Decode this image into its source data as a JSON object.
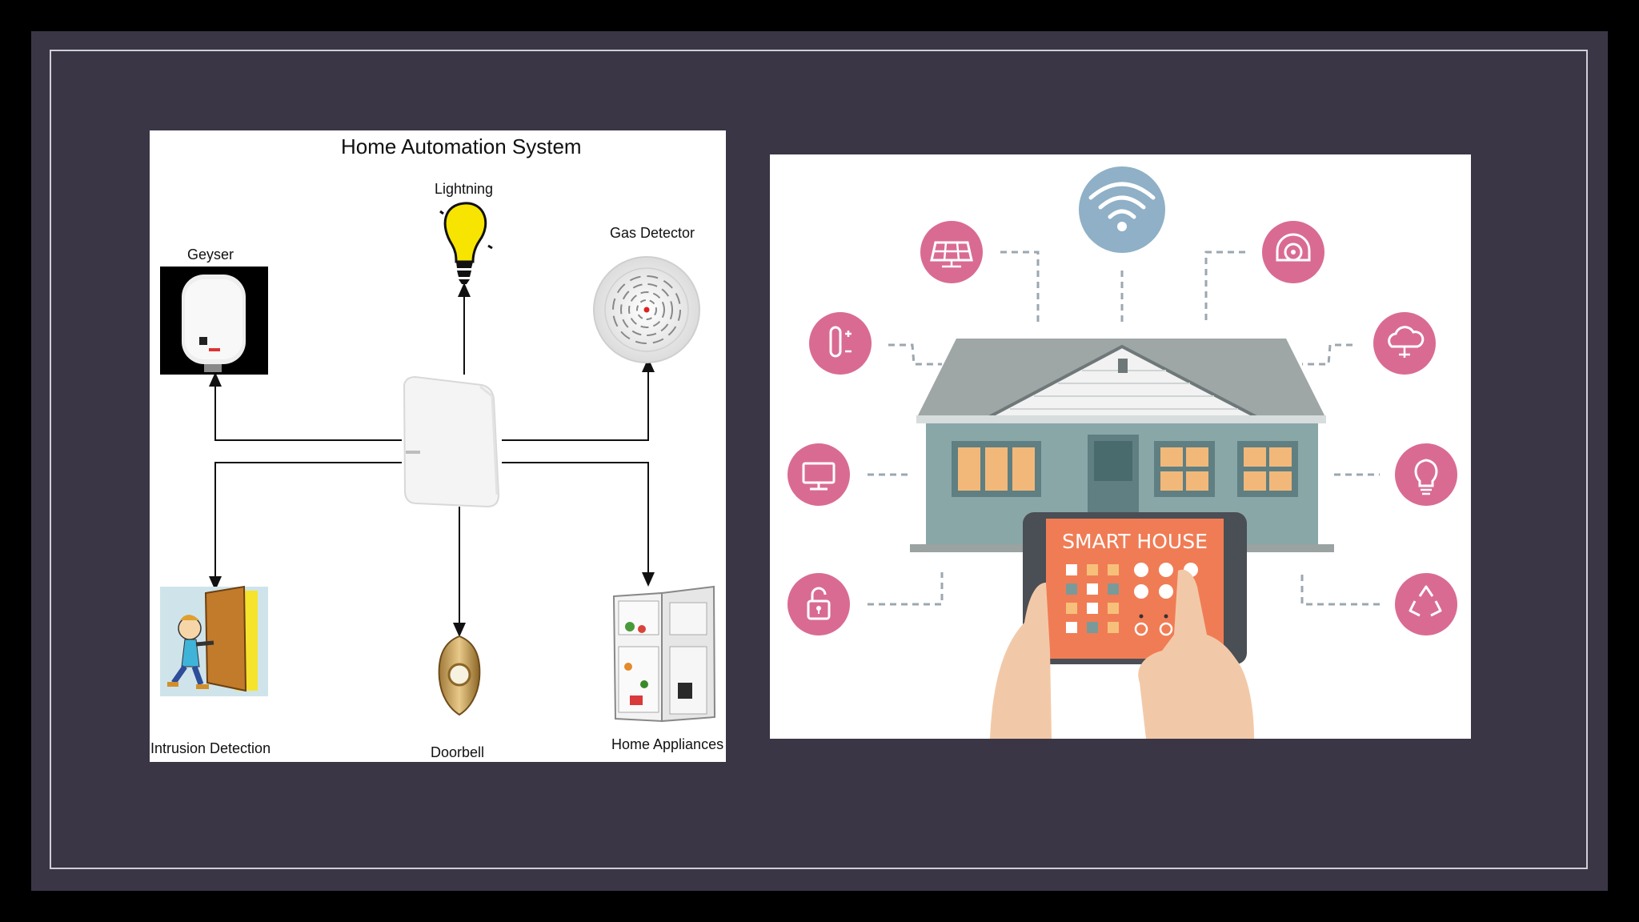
{
  "left_diagram": {
    "title": "Home Automation System",
    "hub_icon": "wifi-hub-device",
    "devices": [
      {
        "id": "geyser",
        "label": "Geyser",
        "icon": "water-heater"
      },
      {
        "id": "lightning",
        "label": "Lightning",
        "icon": "light-bulb"
      },
      {
        "id": "gas",
        "label": "Gas Detector",
        "icon": "smoke-detector"
      },
      {
        "id": "intrusion",
        "label": "Intrusion Detection",
        "icon": "door-person"
      },
      {
        "id": "doorbell",
        "label": "Doorbell",
        "icon": "doorbell-button"
      },
      {
        "id": "appliances",
        "label": "Home Appliances",
        "icon": "refrigerator"
      }
    ]
  },
  "right_illustration": {
    "tablet_title": "SMART HOUSE",
    "icons": [
      "wifi-icon",
      "solar-panel-icon",
      "camera-icon",
      "thermometer-icon",
      "cloud-icon",
      "monitor-icon",
      "light-bulb-icon",
      "lock-icon",
      "recycle-icon"
    ],
    "colors": {
      "accent_pink": "#d96b93",
      "wifi_blue": "#8fb0c6",
      "house_wall": "#8aa7a8",
      "roof": "#9ea6a6",
      "tablet_screen": "#f07c55",
      "window": "#f2b87a"
    }
  }
}
